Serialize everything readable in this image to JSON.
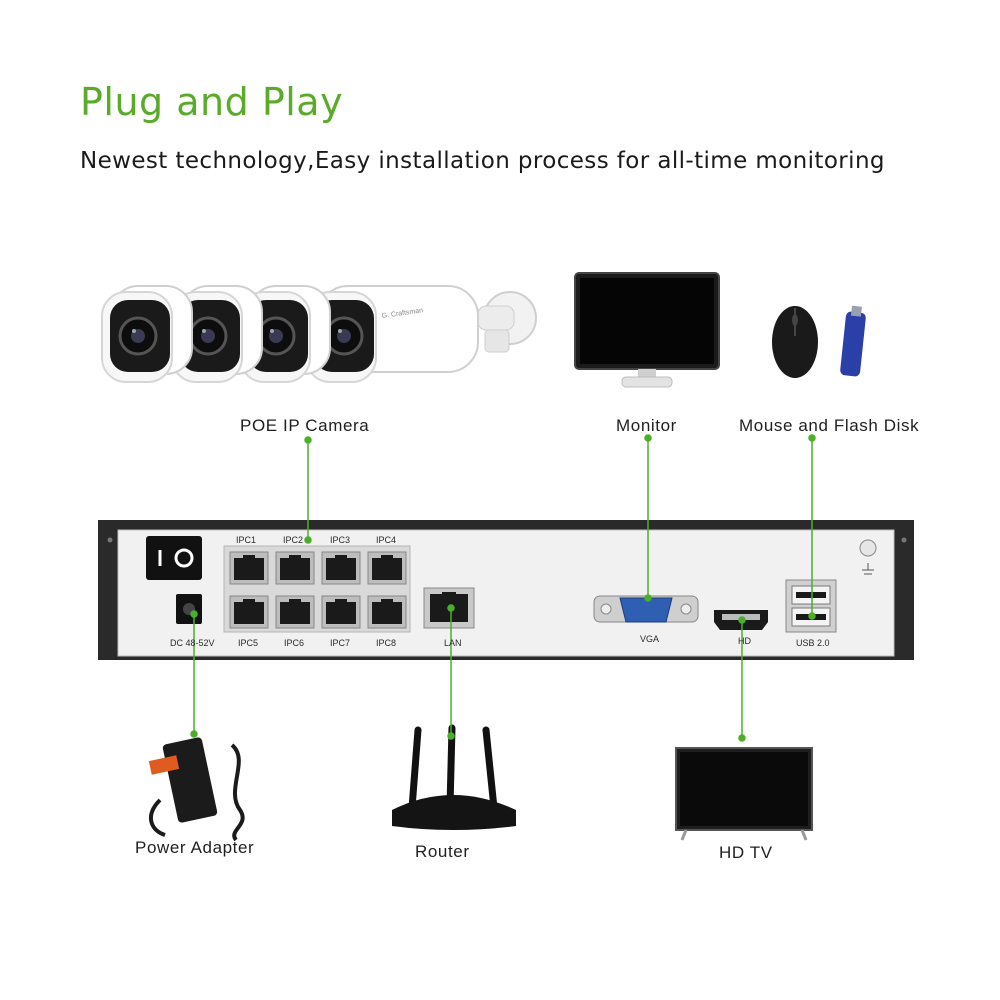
{
  "header": {
    "title": "Plug and Play",
    "subtitle": "Newest technology,Easy installation process for all-time monitoring"
  },
  "devices": {
    "camera": "POE IP Camera",
    "monitor": "Monitor",
    "mouse_disk": "Mouse and Flash Disk",
    "power": "Power Adapter",
    "router": "Router",
    "hdtv": "HD TV"
  },
  "nvr": {
    "ipc_top": [
      "IPC1",
      "IPC2",
      "IPC3",
      "IPC4"
    ],
    "ipc_bottom": [
      "IPC5",
      "IPC6",
      "IPC7",
      "IPC8"
    ],
    "dc": "DC 48-52V",
    "lan": "LAN",
    "vga": "VGA",
    "hd": "HD",
    "usb": "USB 2.0"
  },
  "camera_brand": "G. Craftsman",
  "colors": {
    "accent": "#5aab2a",
    "connector": "#4caf2a",
    "nvr_body": "#2b2b2b",
    "panel": "#f2f2f2"
  }
}
